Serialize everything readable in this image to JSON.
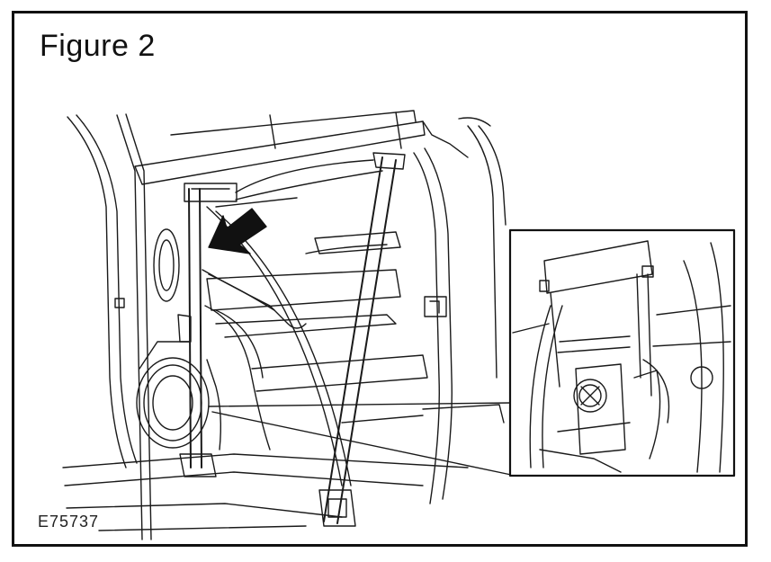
{
  "figure": {
    "title": "Figure 2",
    "reference_code": "E75737"
  },
  "colors": {
    "line": "#1a1a1a",
    "background": "#ffffff",
    "arrow": "#111111"
  },
  "icons": {
    "direction_arrow": "arrow-down-left-icon",
    "detail_callout": "magnified-inset"
  }
}
